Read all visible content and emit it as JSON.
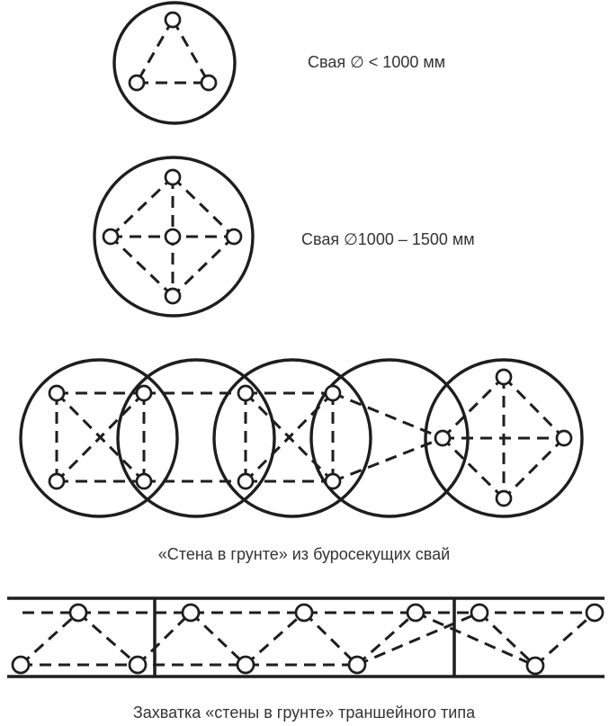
{
  "page": {
    "background": "#ffffff",
    "ink_color": "#1e1e1e"
  },
  "figures": {
    "single_pile": {
      "label": "Свая ∅ < 1000 мм"
    },
    "large_pile": {
      "label": "Свая ∅1000 – 1500 мм"
    },
    "secant_wall": {
      "caption": "«Стена в грунте» из буросекущих свай"
    },
    "trench_wall": {
      "caption": "Захватка «стены в грунте» траншейного типа"
    }
  }
}
